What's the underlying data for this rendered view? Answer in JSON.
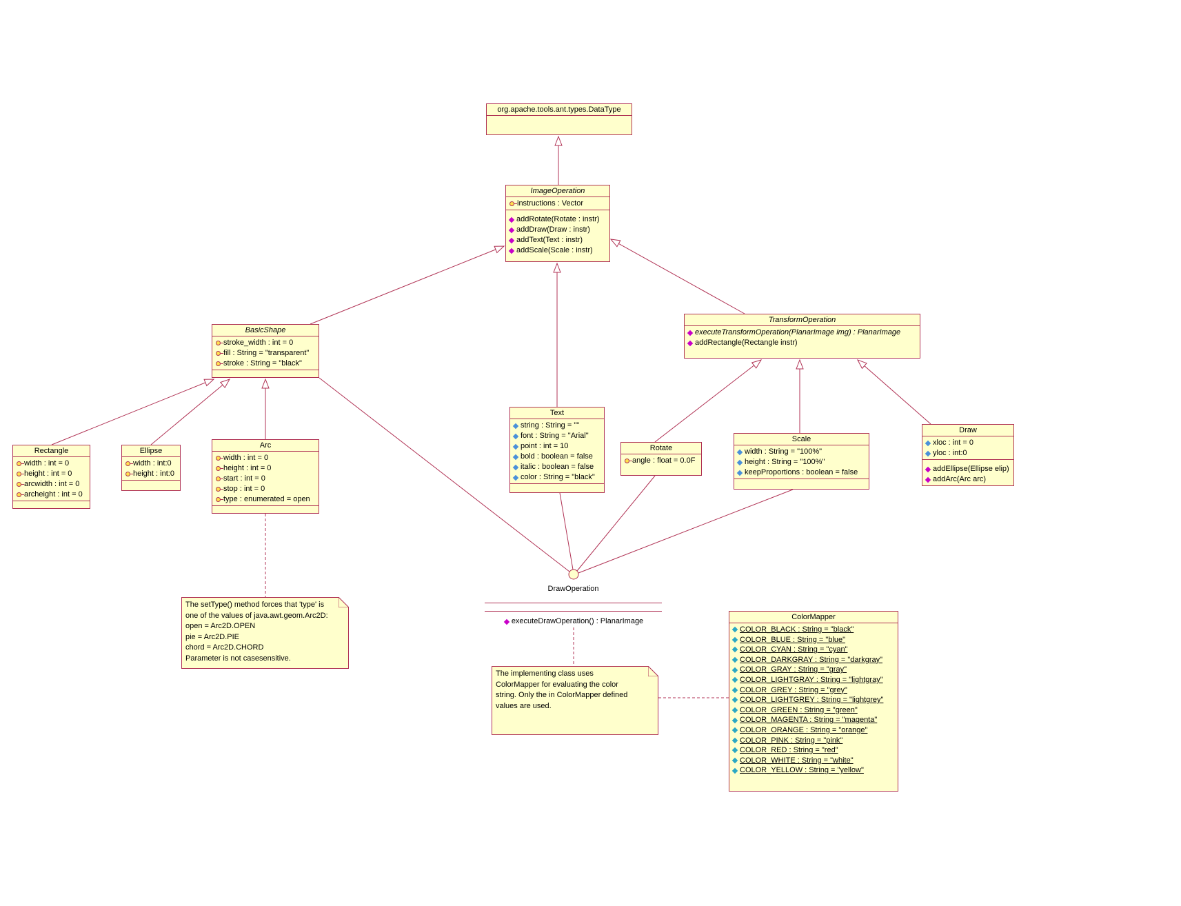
{
  "colors": {
    "background": "#FFFFFF",
    "box_fill": "#FFFFCC",
    "line": "#B03254",
    "text": "#000000",
    "method_icon": "#C800C8",
    "static_icon": "#2AA8C4",
    "attr_blue_icon": "#4A90D9",
    "attr_key_icon": "#FFE14D"
  },
  "classes": {
    "datatype": {
      "name": "org.apache.tools.ant.types.DataType",
      "attributes": [],
      "methods": []
    },
    "imageoperation": {
      "name": "ImageOperation",
      "attributes": [
        {
          "icon": "key-attribute-icon",
          "text": "instructions : Vector"
        }
      ],
      "methods": [
        {
          "icon": "method-icon",
          "text": "addRotate(Rotate : instr)"
        },
        {
          "icon": "method-icon",
          "text": "addDraw(Draw : instr)"
        },
        {
          "icon": "method-icon",
          "text": "addText(Text : instr)"
        },
        {
          "icon": "method-icon",
          "text": "addScale(Scale : instr)"
        }
      ]
    },
    "basicshape": {
      "name": "BasicShape",
      "attributes": [
        {
          "icon": "key-attribute-icon",
          "text": "stroke_width : int = 0"
        },
        {
          "icon": "key-attribute-icon",
          "text": "fill : String = \"transparent\""
        },
        {
          "icon": "key-attribute-icon",
          "text": "stroke : String = \"black\""
        }
      ],
      "methods": []
    },
    "transformoperation": {
      "name": "TransformOperation",
      "attributes": [],
      "methods": [
        {
          "icon": "method-icon",
          "text": "executeTransformOperation(PlanarImage img) : PlanarImage",
          "style": "italic"
        },
        {
          "icon": "method-icon",
          "text": "addRectangle(Rectangle instr)"
        }
      ]
    },
    "rectangle": {
      "name": "Rectangle",
      "attributes": [
        {
          "icon": "key-attribute-icon",
          "text": "width : int = 0"
        },
        {
          "icon": "key-attribute-icon",
          "text": "height : int = 0"
        },
        {
          "icon": "key-attribute-icon",
          "text": "arcwidth : int = 0"
        },
        {
          "icon": "key-attribute-icon",
          "text": "archeight : int = 0"
        }
      ],
      "methods": []
    },
    "ellipse": {
      "name": "Ellipse",
      "attributes": [
        {
          "icon": "key-attribute-icon",
          "text": "width : int:0"
        },
        {
          "icon": "key-attribute-icon",
          "text": "height : int:0"
        }
      ],
      "methods": []
    },
    "arc": {
      "name": "Arc",
      "attributes": [
        {
          "icon": "key-attribute-icon",
          "text": "width : int = 0"
        },
        {
          "icon": "key-attribute-icon",
          "text": "height : int = 0"
        },
        {
          "icon": "key-attribute-icon",
          "text": "start : int = 0"
        },
        {
          "icon": "key-attribute-icon",
          "text": "stop : int = 0"
        },
        {
          "icon": "key-attribute-icon",
          "text": "type : enumerated = open"
        }
      ],
      "methods": []
    },
    "text": {
      "name": "Text",
      "attributes": [
        {
          "icon": "blue-attribute-icon",
          "text": "string : String = \"\""
        },
        {
          "icon": "blue-attribute-icon",
          "text": "font : String = \"Arial\""
        },
        {
          "icon": "blue-attribute-icon",
          "text": "point : int = 10"
        },
        {
          "icon": "blue-attribute-icon",
          "text": "bold : boolean = false"
        },
        {
          "icon": "blue-attribute-icon",
          "text": "italic : boolean = false"
        },
        {
          "icon": "blue-attribute-icon",
          "text": "color : String = \"black\""
        }
      ],
      "methods": []
    },
    "rotate": {
      "name": "Rotate",
      "attributes": [
        {
          "icon": "key-attribute-icon",
          "text": "angle : float = 0.0F"
        }
      ],
      "methods": []
    },
    "scale": {
      "name": "Scale",
      "attributes": [
        {
          "icon": "blue-attribute-icon",
          "text": "width : String = \"100%\""
        },
        {
          "icon": "blue-attribute-icon",
          "text": "height : String = \"100%\""
        },
        {
          "icon": "blue-attribute-icon",
          "text": "keepProportions : boolean = false"
        }
      ],
      "methods": []
    },
    "draw": {
      "name": "Draw",
      "attributes": [
        {
          "icon": "blue-attribute-icon",
          "text": "xloc : int = 0"
        },
        {
          "icon": "blue-attribute-icon",
          "text": "yloc : int:0"
        }
      ],
      "methods": [
        {
          "icon": "method-icon",
          "text": "addEllipse(Ellipse elip)"
        },
        {
          "icon": "method-icon",
          "text": "addArc(Arc arc)"
        }
      ]
    },
    "colormapper": {
      "name": "ColorMapper",
      "attributes": [
        {
          "icon": "static-attribute-icon",
          "text": "COLOR_BLACK : String = \"black\"",
          "style": "underline"
        },
        {
          "icon": "static-attribute-icon",
          "text": "COLOR_BLUE : String = \"blue\"",
          "style": "underline"
        },
        {
          "icon": "static-attribute-icon",
          "text": "COLOR_CYAN : String = \"cyan\"",
          "style": "underline"
        },
        {
          "icon": "static-attribute-icon",
          "text": "COLOR_DARKGRAY : String = \"darkgray\"",
          "style": "underline"
        },
        {
          "icon": "static-attribute-icon",
          "text": "COLOR_GRAY : String = \"gray\"",
          "style": "underline"
        },
        {
          "icon": "static-attribute-icon",
          "text": "COLOR_LIGHTGRAY : String = \"lightgray\"",
          "style": "underline"
        },
        {
          "icon": "static-attribute-icon",
          "text": "COLOR_GREY : String = \"grey\"",
          "style": "underline"
        },
        {
          "icon": "static-attribute-icon",
          "text": "COLOR_LIGHTGREY : String = \"lightgrey\"",
          "style": "underline"
        },
        {
          "icon": "static-attribute-icon",
          "text": "COLOR_GREEN : String = \"green\"",
          "style": "underline"
        },
        {
          "icon": "static-attribute-icon",
          "text": "COLOR_MAGENTA : String = \"magenta\"",
          "style": "underline"
        },
        {
          "icon": "static-attribute-icon",
          "text": "COLOR_ORANGE : String = \"orange\"",
          "style": "underline"
        },
        {
          "icon": "static-attribute-icon",
          "text": "COLOR_PINK : String = \"pink\"",
          "style": "underline"
        },
        {
          "icon": "static-attribute-icon",
          "text": "COLOR_RED : String = \"red\"",
          "style": "underline"
        },
        {
          "icon": "static-attribute-icon",
          "text": "COLOR_WHITE : String = \"white\"",
          "style": "underline"
        },
        {
          "icon": "static-attribute-icon",
          "text": "COLOR_YELLOW : String = \"yellow\"",
          "style": "underline"
        }
      ],
      "methods": []
    }
  },
  "interface_drawoperation": {
    "name": "DrawOperation",
    "methods": [
      {
        "icon": "method-icon",
        "text": "executeDrawOperation() : PlanarImage"
      }
    ]
  },
  "notes": {
    "arc_type_note": "The setType() method forces that 'type' is\none of the values of java.awt.geom.Arc2D:\nopen = Arc2D.OPEN\npie = Arc2D.PIE\nchord = Arc2D.CHORD\nParameter is not casesensitive.",
    "colormapper_note": "The implementing class uses\nColorMapper for evaluating the color\nstring. Only the in ColorMapper defined\nvalues are used."
  }
}
